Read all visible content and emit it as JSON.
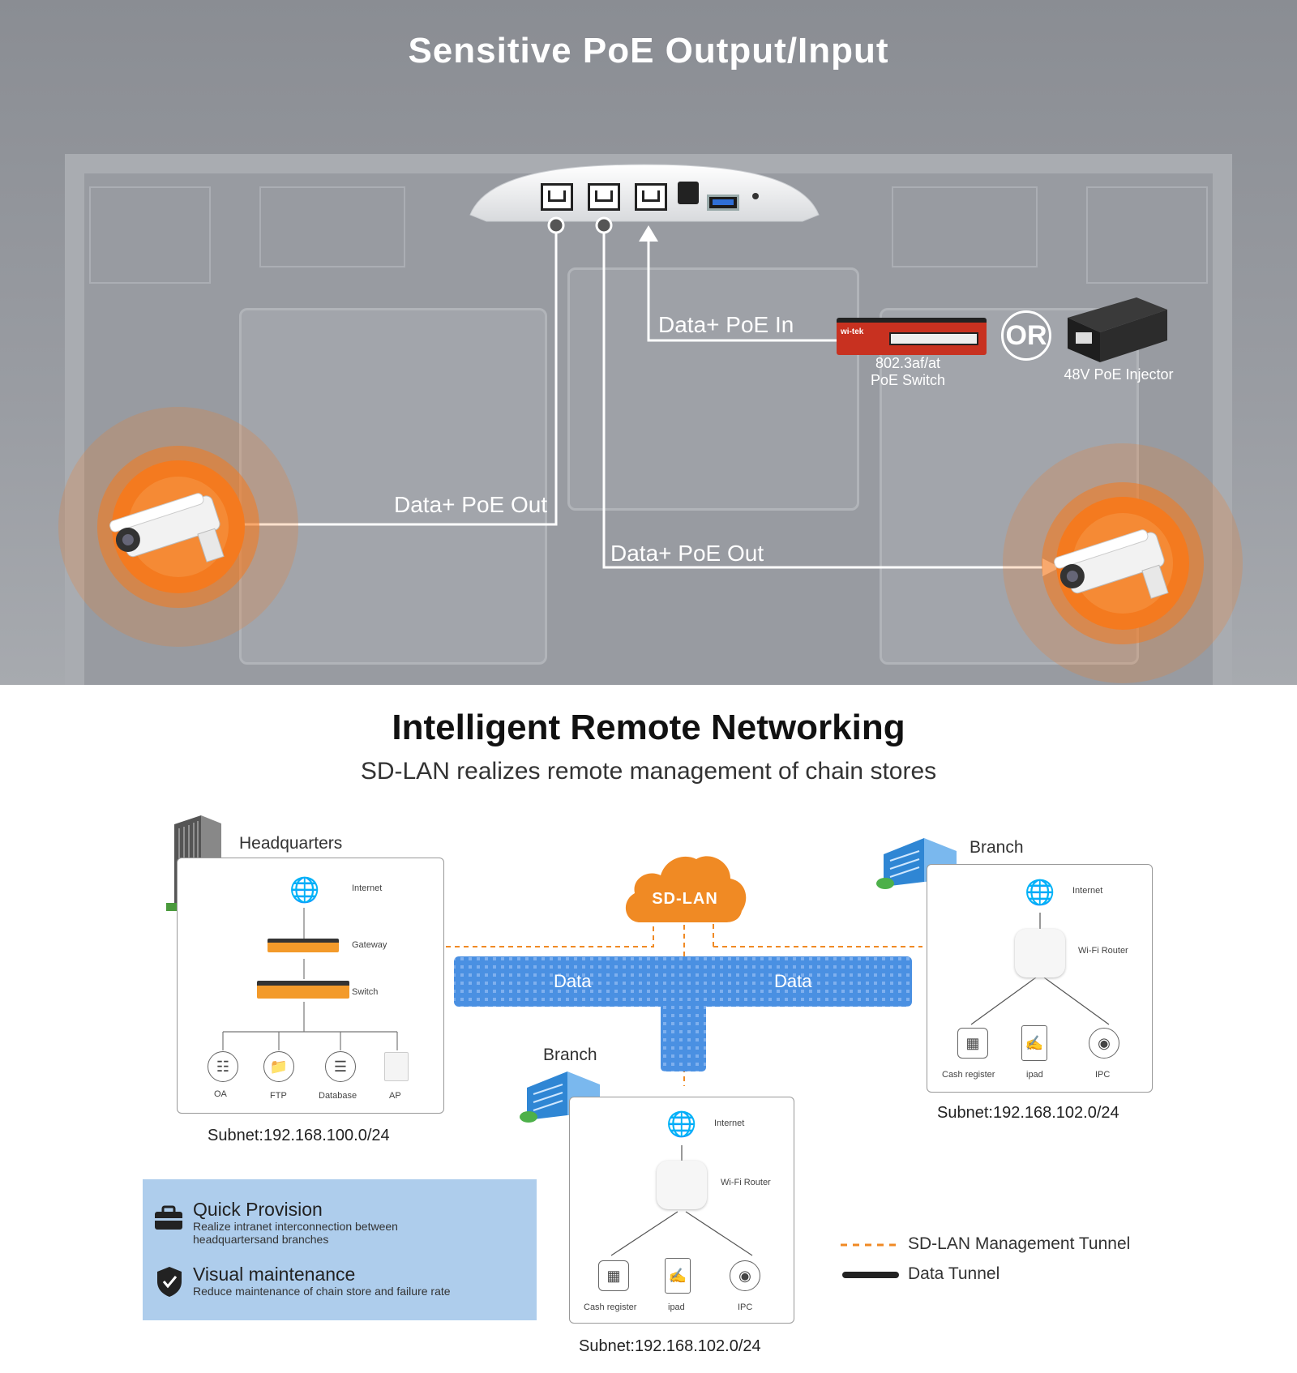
{
  "poe_section": {
    "title": "Sensitive PoE Output/Input",
    "labels": {
      "poe_in": "Data+ PoE In",
      "poe_out_left": "Data+ PoE Out",
      "poe_out_right": "Data+ PoE Out"
    },
    "switch_label_line1": "802.3af/at",
    "switch_label_line2": "PoE Switch",
    "or_label": "OR",
    "injector_label": "48V PoE Injector",
    "switch_brand": "wi-tek",
    "colors": {
      "accent_orange": "#f47a1f",
      "switch_red": "#d9331f"
    }
  },
  "networking_section": {
    "title": "Intelligent Remote Networking",
    "subtitle": "SD-LAN realizes remote management of chain stores",
    "cloud_label": "SD-LAN",
    "data_left": "Data",
    "data_right": "Data",
    "headquarters": {
      "name": "Headquarters",
      "internet": "Internet",
      "gateway": "Gateway",
      "switch": "Switch",
      "devices": [
        "OA",
        "FTP",
        "Database",
        "AP"
      ],
      "subnet": "Subnet:192.168.100.0/24"
    },
    "branch_right": {
      "name": "Branch",
      "internet": "Internet",
      "router": "Wi-Fi Router",
      "devices": [
        "Cash register",
        "ipad",
        "IPC"
      ],
      "subnet": "Subnet:192.168.102.0/24"
    },
    "branch_center": {
      "name": "Branch",
      "internet": "Internet",
      "router": "Wi-Fi Router",
      "devices": [
        "Cash register",
        "ipad",
        "IPC"
      ],
      "subnet": "Subnet:192.168.102.0/24"
    },
    "features": [
      {
        "title": "Quick Provision",
        "desc_line1": "Realize intranet interconnection between",
        "desc_line2": "headquartersand branches"
      },
      {
        "title": "Visual maintenance",
        "desc_line1": "Reduce maintenance of chain store and failure rate"
      }
    ],
    "legend": {
      "mgmt_tunnel": "SD-LAN Management Tunnel",
      "data_tunnel": "Data Tunnel"
    },
    "colors": {
      "orange": "#f08a24",
      "blue": "#4a90e2",
      "panel_blue": "#aecdec"
    }
  }
}
